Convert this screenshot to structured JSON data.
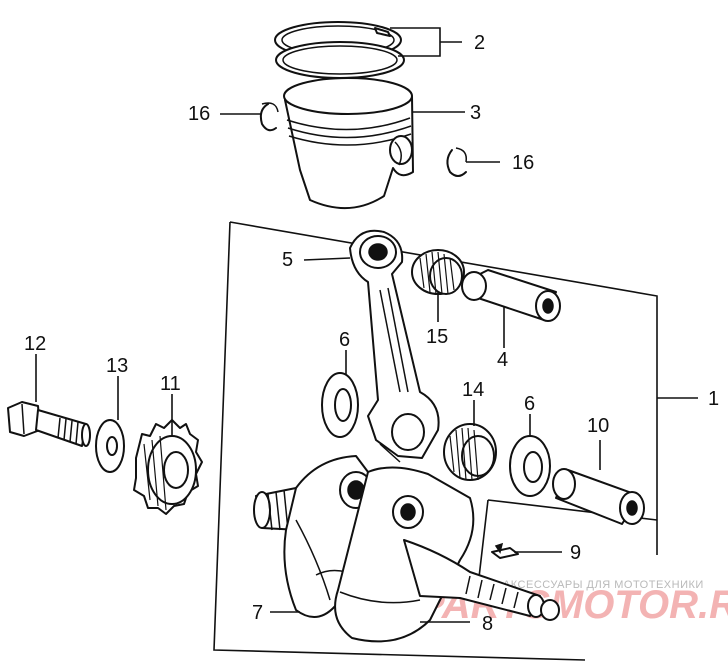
{
  "callouts": {
    "c1": "1",
    "c2": "2",
    "c3": "3",
    "c4": "4",
    "c5": "5",
    "c6a": "6",
    "c6b": "6",
    "c7": "7",
    "c8": "8",
    "c9": "9",
    "c10": "10",
    "c11": "11",
    "c12": "12",
    "c13": "13",
    "c14": "14",
    "c15": "15",
    "c16a": "16",
    "c16b": "16"
  },
  "watermark": {
    "tagline": "ЗАПЧАСТИ И АКСЕССУАРЫ ДЛЯ МОТОТЕХНИКИ",
    "brand": "PARTSMOTOR.RU",
    "color": "#f2a6a6"
  }
}
